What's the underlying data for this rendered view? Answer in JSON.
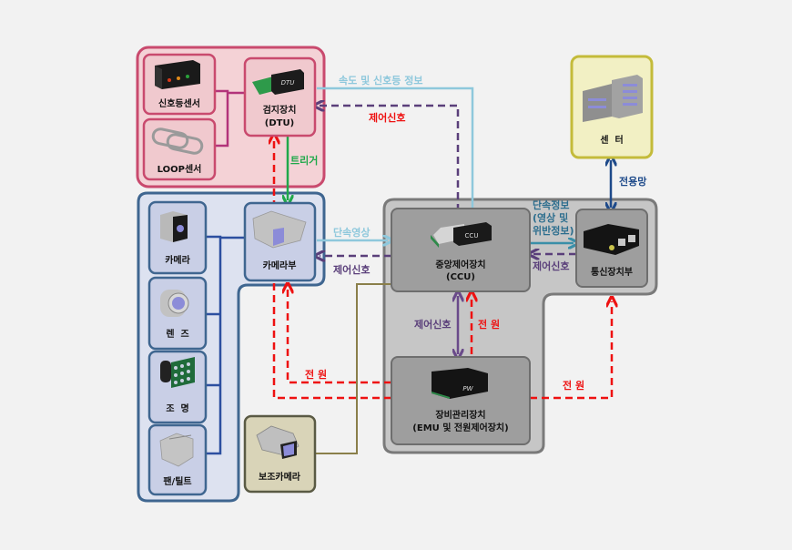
{
  "groups": {
    "detection": {
      "border": "#c94a6e",
      "fill": "#f4d2d6"
    },
    "camera": {
      "border": "#3f6690",
      "fill": "#dde2f0"
    },
    "control": {
      "border": "#7a7a7a",
      "fill": "#c6c6c6"
    }
  },
  "nodes": {
    "signal_sensor": {
      "label": "신호등센서"
    },
    "loop_sensor": {
      "label": "LOOP센서"
    },
    "dtu": {
      "label_line1": "검지장치",
      "label_line2": "(DTU)",
      "device_text": "DTU"
    },
    "center": {
      "label": "센  터"
    },
    "camera": {
      "label": "카메라"
    },
    "lens": {
      "label": "렌  즈"
    },
    "lighting": {
      "label": "조  명"
    },
    "pan_tilt": {
      "label": "팬/틸트"
    },
    "camera_unit": {
      "label": "카메라부"
    },
    "aux_camera": {
      "label": "보조카메라"
    },
    "ccu": {
      "label_line1": "중앙제어장치",
      "label_line2": "(CCU)",
      "device_text": "CCU"
    },
    "comm_unit": {
      "label": "통신장치부"
    },
    "emu": {
      "label_line1": "장비관리장치",
      "label_line2": "(EMU 및 전원제어장치)",
      "device_text": "PW"
    }
  },
  "edges": {
    "speed_signal_info": {
      "label": "속도 및 신호등 정보",
      "color": "#8ec8dc"
    },
    "control_to_dtu": {
      "label": "제어신호",
      "color": "#5a3f7a",
      "label_color": "#ee1111"
    },
    "trigger": {
      "label": "트리거",
      "color": "#1fa84a"
    },
    "dedicated_line": {
      "label": "전용망",
      "color": "#1e4a8a"
    },
    "enforcement_video": {
      "label": "단속영상",
      "color": "#8ec8dc"
    },
    "control_to_camera": {
      "label": "제어신호",
      "color": "#5a3f7a"
    },
    "enforcement_info": {
      "label_line1": "단속정보",
      "label_line2": "(영상 및",
      "label_line3": "위반정보)",
      "color": "#3a8fa8",
      "label_color": "#2d6e8e"
    },
    "control_to_ccu_from_comm": {
      "label": "제어신호",
      "color": "#5a3f7a"
    },
    "control_ccu_emu": {
      "label": "제어신호",
      "color": "#6a4a8a"
    },
    "power_ccu": {
      "label": "전 원",
      "color": "#ee1111"
    },
    "power_camera": {
      "label": "전 원",
      "color": "#ee1111"
    },
    "power_comm": {
      "label": "전 원",
      "color": "#ee1111"
    },
    "aux_link": {
      "color": "#8a7f4a"
    }
  }
}
